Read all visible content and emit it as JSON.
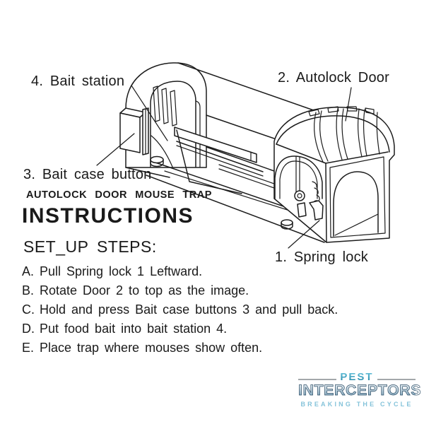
{
  "colors": {
    "ink": "#1a1a1a",
    "background": "#ffffff",
    "logo_teal": "#3d9cba",
    "logo_steel": "#8aa6b8",
    "logo_light_cyan": "#85c3da"
  },
  "diagram": {
    "labels": {
      "bait_station": "4. Bait station",
      "autolock_door": "2. Autolock Door",
      "bait_case_button": "3. Bait case button",
      "spring_lock": "1. Spring lock"
    }
  },
  "header": {
    "product_name": "AUTOLOCK DOOR MOUSE TRAP",
    "title": "INSTRUCTIONS",
    "section_heading": "SET_UP STEPS:"
  },
  "steps": [
    {
      "letter": "A.",
      "text": "Pull Spring lock 1 Leftward."
    },
    {
      "letter": "B.",
      "text": "Rotate Door 2 to top as the image."
    },
    {
      "letter": "C.",
      "text": "Hold and press Bait case buttons 3 and pull back."
    },
    {
      "letter": "D.",
      "text": "Put food bait into bait station 4."
    },
    {
      "letter": "E.",
      "text": "Place trap where mouses show often."
    }
  ],
  "logo": {
    "name_top": "PEST",
    "name_main": "INTERCEPTORS",
    "tagline": "BREAKING THE CYCLE"
  }
}
